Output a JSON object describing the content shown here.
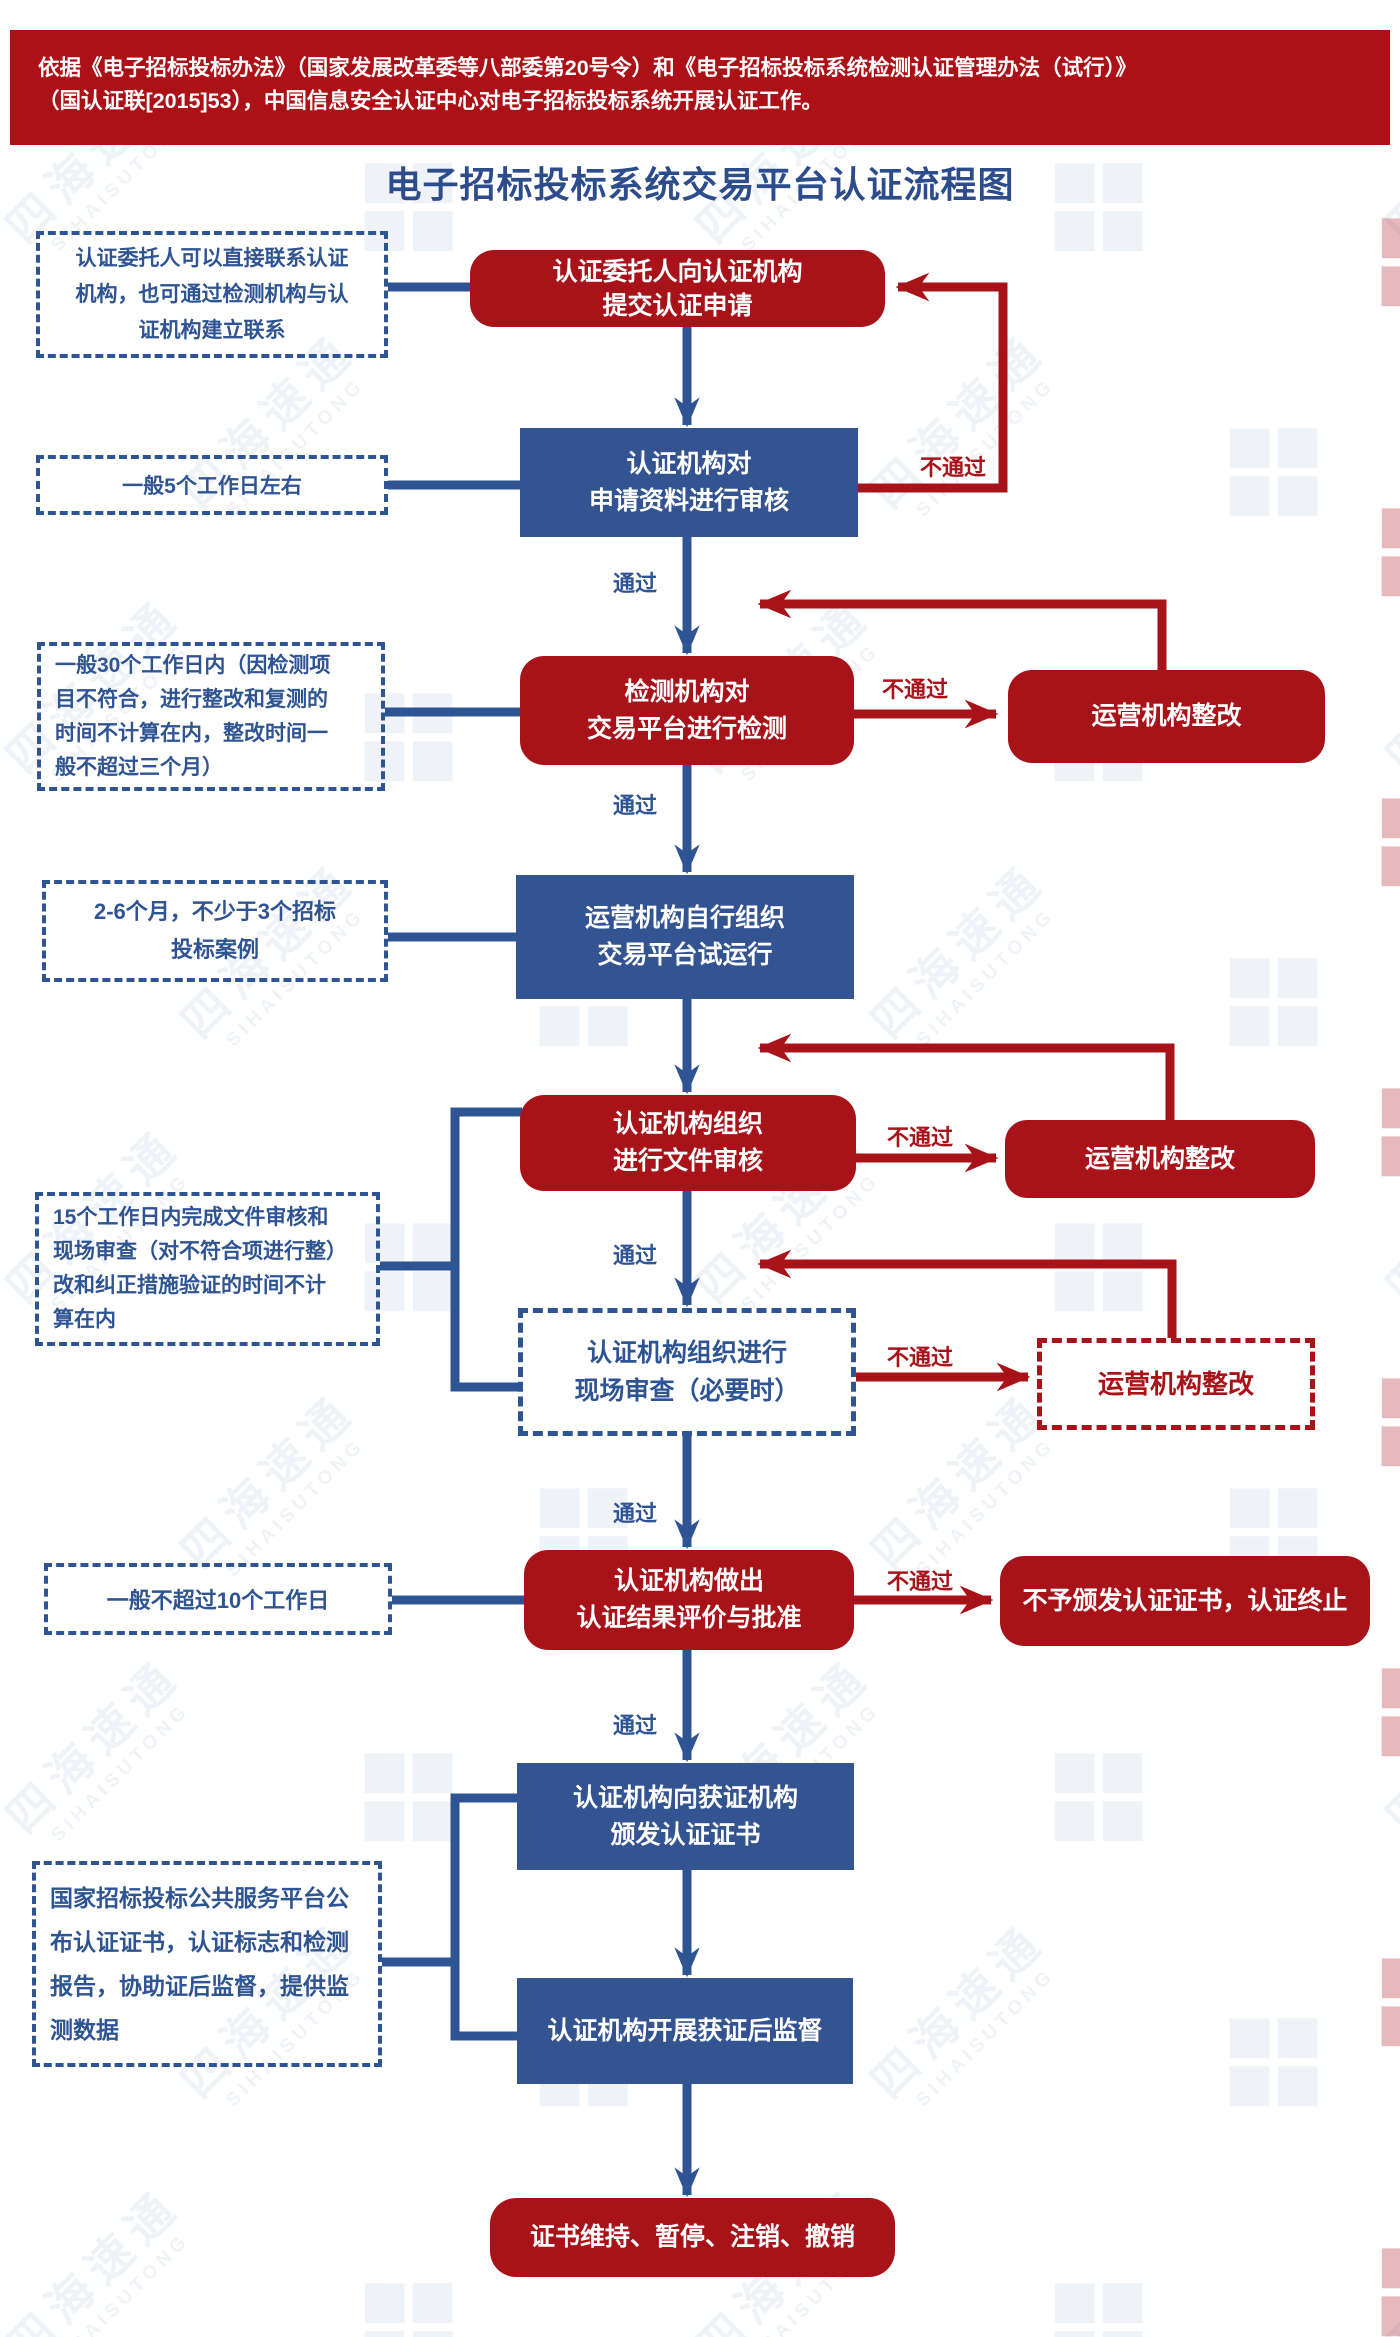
{
  "banner": {
    "line1": "依据《电子招标投标办法》（国家发展改革委等八部委第20号令）和《电子招标投标系统检测认证管理办法（试行）》",
    "line2": "（国认证联[2015]53），中国信息安全认证中心对电子招标投标系统开展认证工作。"
  },
  "title": "电子招标投标系统交易平台认证流程图",
  "labels": {
    "pass": "通过",
    "fail": "不通过"
  },
  "flow": {
    "box1": {
      "line1": "认证委托人向认证机构",
      "line2": "提交认证申请"
    },
    "box2": {
      "line1": "认证机构对",
      "line2": "申请资料进行审核"
    },
    "box3": {
      "line1": "检测机构对",
      "line2": "交易平台进行检测"
    },
    "box4": {
      "line1": "运营机构自行组织",
      "line2": "交易平台试运行"
    },
    "box5": {
      "line1": "认证机构组织",
      "line2": "进行文件审核"
    },
    "box6": {
      "line1": "认证机构组织进行",
      "line2": "现场审查（必要时）"
    },
    "box7": {
      "line1": "认证机构做出",
      "line2": "认证结果评价与批准"
    },
    "box8": {
      "line1": "认证机构向获证机构",
      "line2": "颁发认证证书"
    },
    "box9": {
      "text": "认证机构开展获证后监督"
    },
    "box10": {
      "text": "证书维持、暂停、注销、撤销"
    },
    "rework": "运营机构整改",
    "reject": "不予颁发认证证书，认证终止"
  },
  "notes": {
    "contact": {
      "lines": [
        "认证委托人可以直接联系认证",
        "机构，也可通过检测机构与认",
        "证机构建立联系"
      ]
    },
    "days5": "一般5个工作日左右",
    "days30": {
      "lines": [
        "一般30个工作日内（因检测项",
        "目不符合，进行整改和复测的",
        "时间不计算在内，整改时间一",
        "般不超过三个月）"
      ]
    },
    "months": {
      "lines": [
        "2-6个月，不少于3个招标",
        "投标案例"
      ]
    },
    "days15": {
      "lines": [
        "15个工作日内完成文件审核和",
        "现场审查（对不符合项进行整）",
        "改和纠正措施验证的时间不计",
        "算在内"
      ]
    },
    "days10": "一般不超过10个工作日",
    "publish": {
      "lines": [
        "国家招标投标公共服务平台公",
        "布认证证书，认证标志和检测",
        "报告，协助证后监督，提供监",
        "测数据"
      ]
    }
  },
  "watermark": {
    "cn": "四海速通",
    "en": "SIHAISUTONG",
    "glyph": "❖"
  }
}
